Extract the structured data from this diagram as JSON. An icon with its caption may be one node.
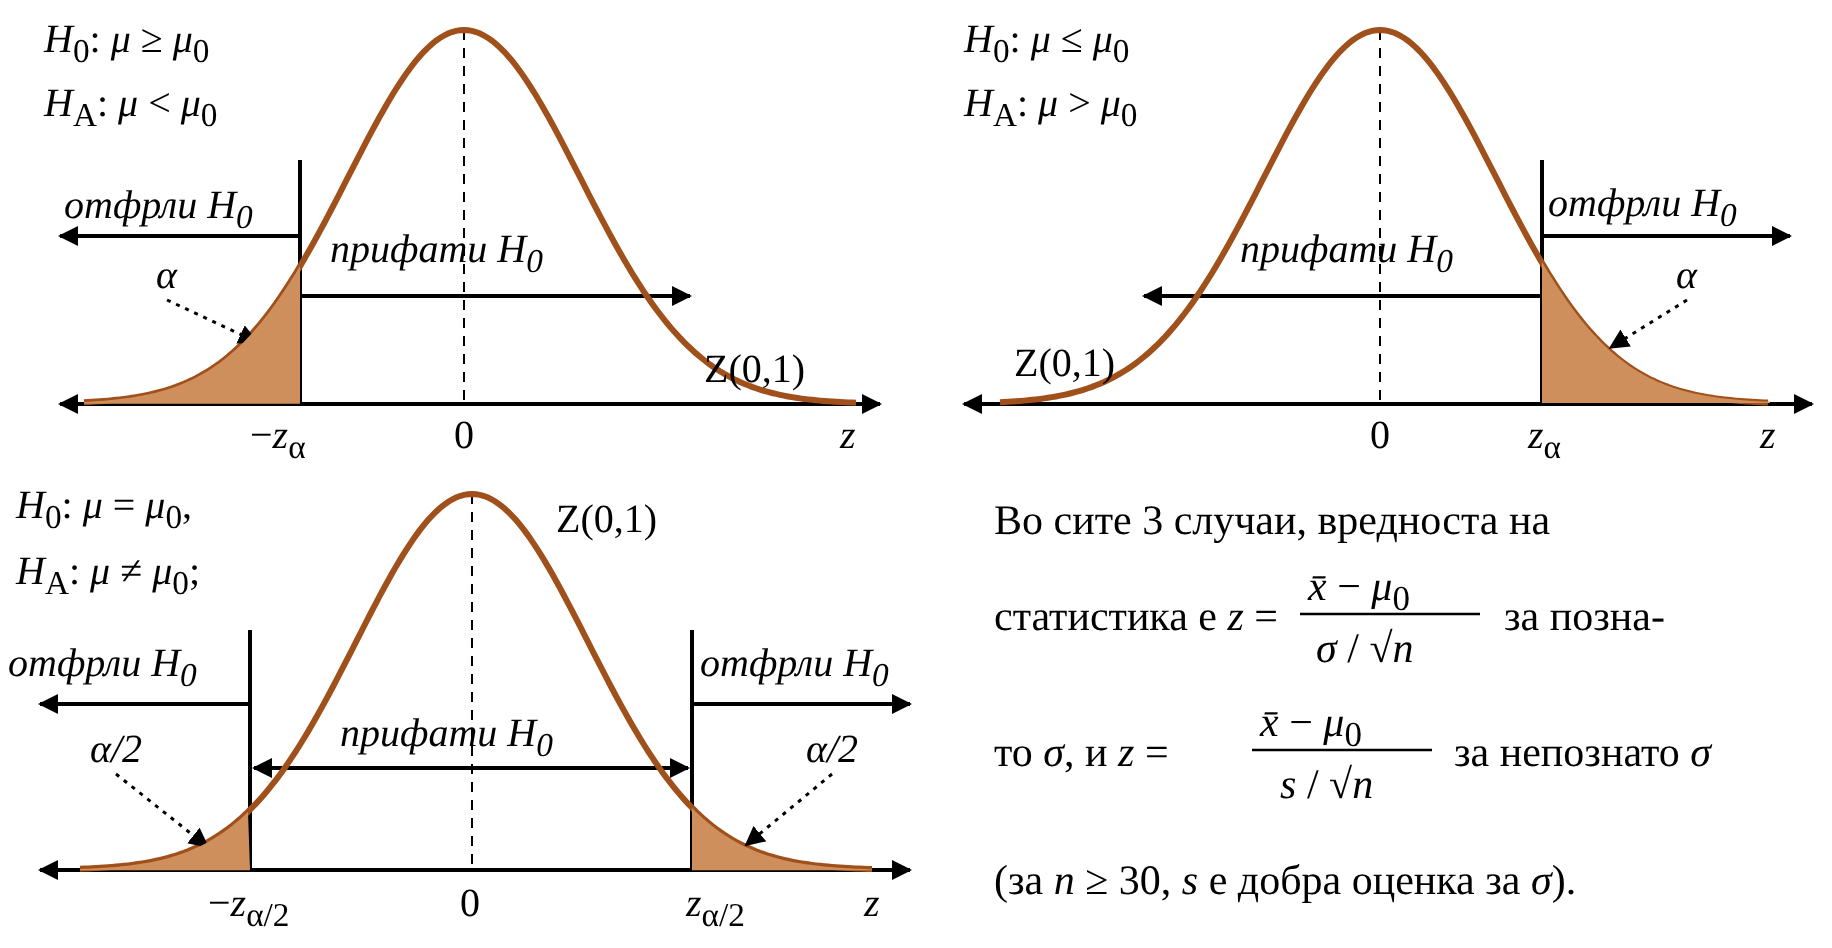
{
  "diagram": {
    "nodes": [
      {
        "text": [
          "α"
        ]
      },
      {
        "text": [],
        "shape": "box"
      },
      {
        "text": [
          "α"
        ]
      },
      {
        "text": [],
        "shape": "box"
      },
      {
        "text": [
          "α/2"
        ]
      },
      {
        "text": [],
        "shape": "box"
      },
      {
        "text": [
          "α/2"
        ]
      },
      {
        "text": [],
        "shape": "box"
      }
    ],
    "edges": [
      {
        "from": 0,
        "to": 1,
        "arrow": "to",
        "style": "dashed"
      },
      {
        "from": 2,
        "to": 3,
        "arrow": "to",
        "style": "dashed"
      },
      {
        "from": 4,
        "to": 5,
        "arrow": "to",
        "style": "dashed"
      },
      {
        "from": 6,
        "to": 7,
        "arrow": "to",
        "style": "dashed"
      }
    ],
    "labels": [
      "*H*$_{0}$:  *μ* ≥ *μ*$_{0}$",
      "*H*$_{A}$:  *μ* < *μ*$_{0}$",
      "отфрли H$_{0}$",
      "прифати H$_{0}$",
      "Z(0,1)",
      "−*z*$_{α}$",
      "0",
      "*z*",
      "*H*$_{0}$:  *μ* ≤ *μ*$_{0}$",
      "*H*$_{A}$:  *μ* > *μ*$_{0}$",
      "отфрли H$_{0}$",
      "прифати H$_{0}$",
      "Z(0,1)",
      "0",
      "*z*$_{α}$",
      "*z*",
      "*H*$_{0}$:  *μ* = *μ*$_{0}$,",
      "*H*$_{A}$:  *μ* ≠ *μ*$_{0}$;",
      "отфрли H$_{0}$",
      "отфрли H$_{0}$",
      "прифати H$_{0}$",
      "Z(0,1)",
      "−*z*$_{α/2}$",
      "0",
      "*z*$_{α/2}$",
      "*z*",
      "Во сите 3 случаи, вредноста на",
      "статистика е *z* =",
      "*x̄* − *μ*$_{0}$",
      "*σ* / √*n*",
      "за позна-",
      "то *σ*, и *z* =",
      "*x̄* − *μ*$_{0}$",
      "*s* / √*n*",
      "за непознато *σ*",
      "(за *n* ≥ 30, *s* е добра оценка за *σ*)."
    ]
  }
}
